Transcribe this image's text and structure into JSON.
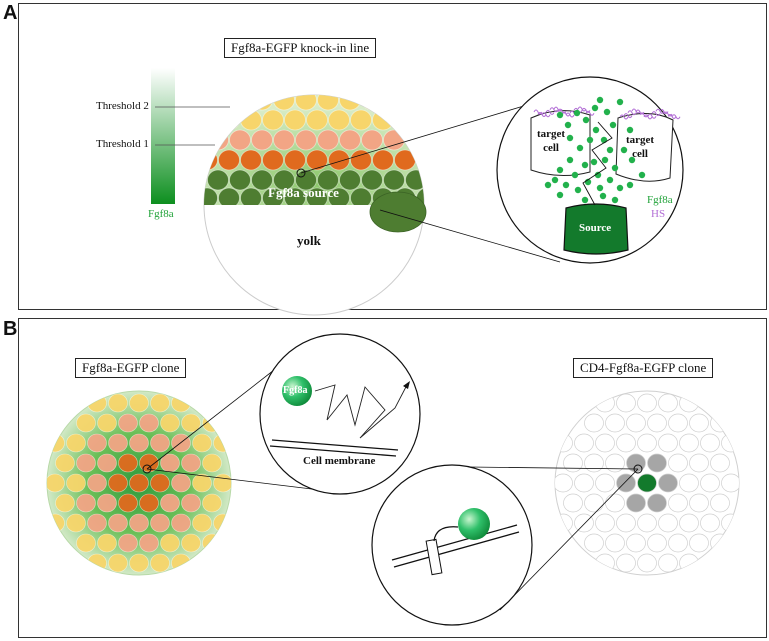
{
  "panel_a": {
    "letter": "A",
    "title": "Fgf8a-EGFP knock-in line",
    "gradient_bar": {
      "threshold_2": "Threshold 2",
      "threshold_1": "Threshold 1",
      "label": "Fgf8a"
    },
    "embryo": {
      "source_label": "Fgf8a source",
      "yolk_label": "yolk"
    },
    "zoom": {
      "target_cell_left": "target\ncell",
      "target_cell_right": "target\ncell",
      "source_label": "Source",
      "legend_fgf8a": "Fgf8a",
      "legend_hs": "HS"
    }
  },
  "panel_b": {
    "letter": "B",
    "left_title": "Fgf8a-EGFP clone",
    "right_title": "CD4-Fgf8a-EGFP clone",
    "zoom_top": {
      "molecule_label": "Fgf8a",
      "membrane_label": "Cell membrane"
    }
  },
  "colors": {
    "yellow_cell": "#f7d56b",
    "salmon_cell": "#f2a585",
    "orange_cell": "#e06a1e",
    "dark_green_cell": "#4e7d31",
    "fgf8a_green": "#22b14c",
    "source_green": "#137a2c",
    "hs_purple": "#b36fd6",
    "grey_cell": "#a6a6a6"
  }
}
